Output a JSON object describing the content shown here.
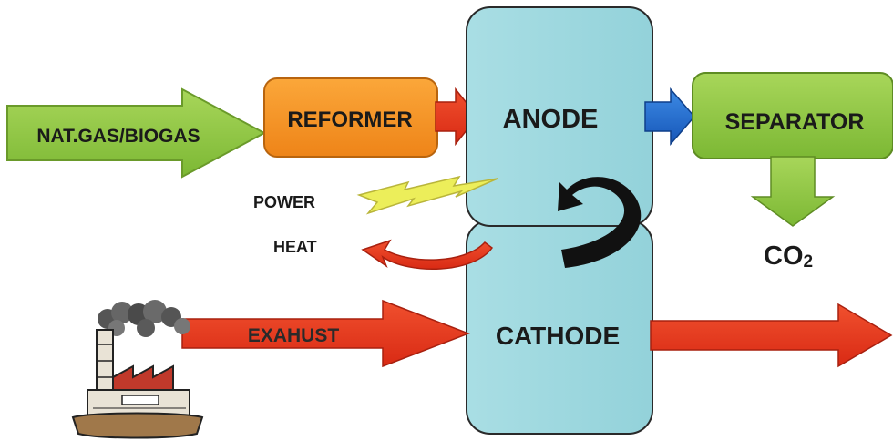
{
  "diagram": {
    "input_label": "NAT.GAS/BIOGAS",
    "reformer_label": "REFORMER",
    "anode_label": "ANODE",
    "separator_label": "SEPARATOR",
    "cathode_label": "CATHODE",
    "power_label": "POWER",
    "heat_label": "HEAT",
    "exhaust_label": "EXAHUST",
    "co2_label": "CO",
    "co2_subscript": "2"
  },
  "colors": {
    "input_arrow": "#8dc63f",
    "reformer_box": "#f7941d",
    "red_arrow": "#e8371d",
    "cell_box": "#9fd9e0",
    "blue_arrow": "#1f6fd1",
    "separator_box": "#8cc63f",
    "co2_arrow": "#8cc63f",
    "power_bolt": "#ecee5a",
    "heat_arrow": "#e8371d",
    "loop_arrow": "#111111"
  },
  "icons": {
    "factory": "factory-icon",
    "power": "lightning-bolt-icon",
    "heat": "curved-arrow-icon",
    "loop": "circular-arrow-icon"
  }
}
